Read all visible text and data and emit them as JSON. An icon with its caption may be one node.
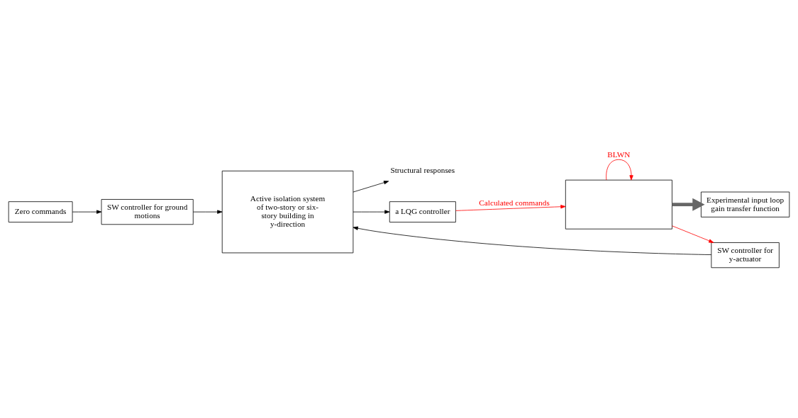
{
  "diagram": {
    "nodes": [
      {
        "text": [
          "Zero commands"
        ]
      },
      {
        "text": [
          "SW controller for ground motions"
        ]
      },
      {
        "text": [
          "Active isolation system of two-story or six-story building in y-direction"
        ]
      },
      {
        "text": [
          "SW controller for y-actuator"
        ]
      },
      {
        "text": [
          "Structural responses"
        ]
      },
      {
        "text": [],
        "shape": "box"
      },
      {
        "text": [
          "a LQG controller"
        ]
      },
      {
        "text": [
          "Experimental input loop gain transfer function"
        ]
      }
    ],
    "edges": [
      {
        "from": 0,
        "to": 1,
        "arrow": "to"
      },
      {
        "from": 1,
        "to": 2,
        "arrow": "to"
      },
      {
        "from": 3,
        "to": 2,
        "arrow": "to"
      },
      {
        "from": 2,
        "to": 4,
        "arrow": "to"
      },
      {
        "from": 2,
        "to": 6,
        "arrow": "to"
      },
      {
        "from": 6,
        "to": 5,
        "arrow": "to",
        "label": "Calculated commands",
        "color": "#ff0000"
      },
      {
        "from": 5,
        "to": 3,
        "arrow": "to",
        "color": "#ff0000"
      },
      {
        "from": 5,
        "to": 5,
        "arrow": "to",
        "label": "BLWN",
        "color": "#ff0000"
      },
      {
        "from": 5,
        "to": 7,
        "arrow": "to",
        "style": "thick",
        "color": "#666666"
      }
    ]
  }
}
